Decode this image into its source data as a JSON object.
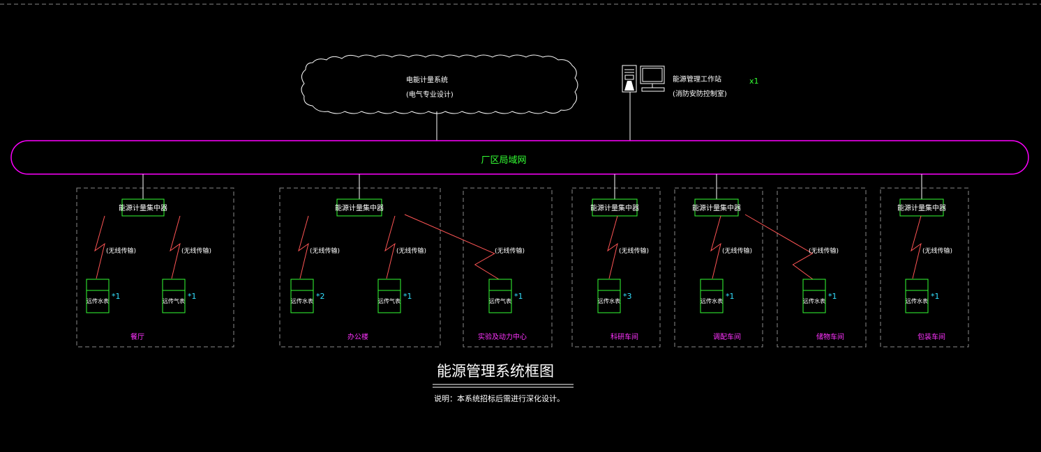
{
  "colors": {
    "background": "#000000",
    "network": "#ff00ff",
    "device": "#33ff33",
    "wireless": "#ff5555",
    "label": "#ffffff",
    "zone_label": "#ff33ff",
    "count": "#33e0ff",
    "border": "#8a8a8a"
  },
  "cloud": {
    "line1": "电能计量系统",
    "line2": "(电气专业设计)"
  },
  "workstation": {
    "line1": "能源管理工作站",
    "line2": "(消防安防控制室)",
    "count": "x1"
  },
  "lan": {
    "label": "厂区局域网"
  },
  "concentrator_label": "能源计量集中器",
  "wireless_label": "(无线传输)",
  "zones": [
    {
      "name": "餐厅",
      "meters": [
        {
          "label": "远传水表",
          "count": "*1"
        },
        {
          "label": "远传气表",
          "count": "*1"
        }
      ]
    },
    {
      "name": "办公楼",
      "meters": [
        {
          "label": "远传水表",
          "count": "*2"
        },
        {
          "label": "远传气表",
          "count": "*1"
        }
      ]
    },
    {
      "name": "实验及动力中心",
      "meters": [
        {
          "label": "远传气表",
          "count": "*1"
        }
      ]
    },
    {
      "name": "科研车间",
      "meters": [
        {
          "label": "远传水表",
          "count": "*3"
        }
      ]
    },
    {
      "name": "调配车间",
      "meters": [
        {
          "label": "远传水表",
          "count": "*1"
        }
      ]
    },
    {
      "name": "储物车间",
      "meters": [
        {
          "label": "远传水表",
          "count": "*1"
        }
      ]
    },
    {
      "name": "包装车间",
      "meters": [
        {
          "label": "远传水表",
          "count": "*1"
        }
      ]
    }
  ],
  "footer": {
    "title": "能源管理系统框图",
    "note": "说明：本系统招标后需进行深化设计。"
  }
}
